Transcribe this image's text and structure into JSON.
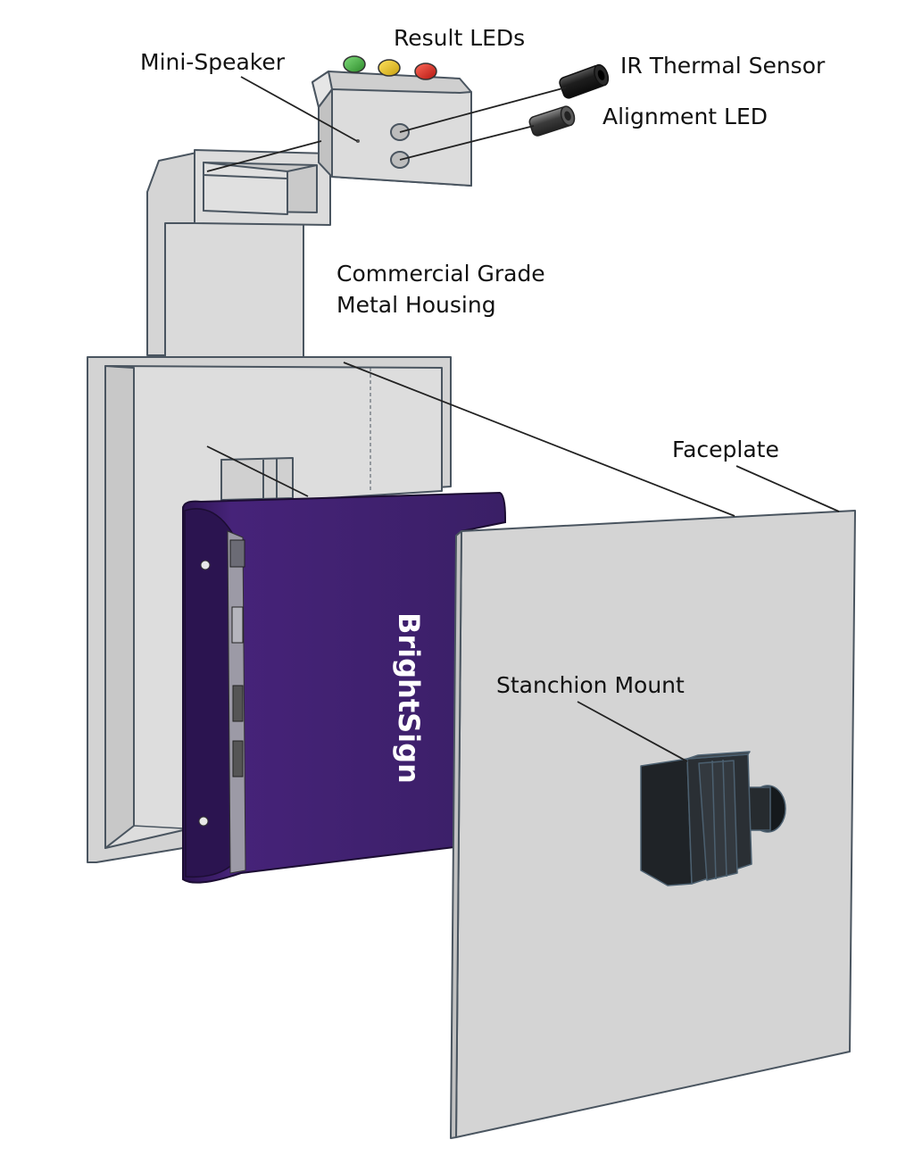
{
  "labels": {
    "result_leds": "Result LEDs",
    "mini_speaker": "Mini-Speaker",
    "ir_sensor": "IR Thermal Sensor",
    "alignment_led": "Alignment LED",
    "housing_line1": "Commercial Grade",
    "housing_line2": "Metal Housing",
    "faceplate": "Faceplate",
    "stanchion_mount": "Stanchion Mount",
    "brand": "BrightSign"
  },
  "colors": {
    "housing_fill": "#d9d9d9",
    "housing_edge": "#4a5560",
    "player_purple": "#3b1f66",
    "led_green": "#3aa536",
    "led_yellow": "#e3c21c",
    "led_red": "#d9231f",
    "mount_dark": "#1f2327",
    "leader_line": "#222222"
  },
  "icons": [
    "speaker-hole-icon",
    "ir-sensor-icon",
    "alignment-led-icon",
    "led-green-icon",
    "led-yellow-icon",
    "led-red-icon"
  ]
}
